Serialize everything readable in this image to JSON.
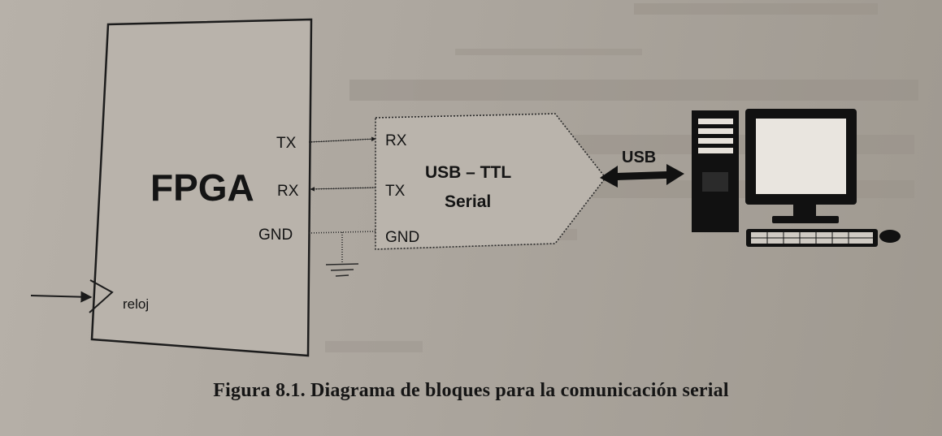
{
  "diagram": {
    "fpga": {
      "title": "FPGA",
      "tx": "TX",
      "rx": "RX",
      "gnd": "GND",
      "clock": "reloj"
    },
    "converter": {
      "rx": "RX",
      "tx": "TX",
      "gnd": "GND",
      "title_line1": "USB – TTL",
      "title_line2": "Serial"
    },
    "link": {
      "label": "USB"
    },
    "computer": {
      "icons": [
        "tower-icon",
        "monitor-icon",
        "keyboard-icon",
        "mouse-icon"
      ]
    }
  },
  "caption": "Figura 8.1. Diagrama de bloques para la comunicación serial",
  "colors": {
    "paper": "#aca69e",
    "ink": "#141414"
  }
}
